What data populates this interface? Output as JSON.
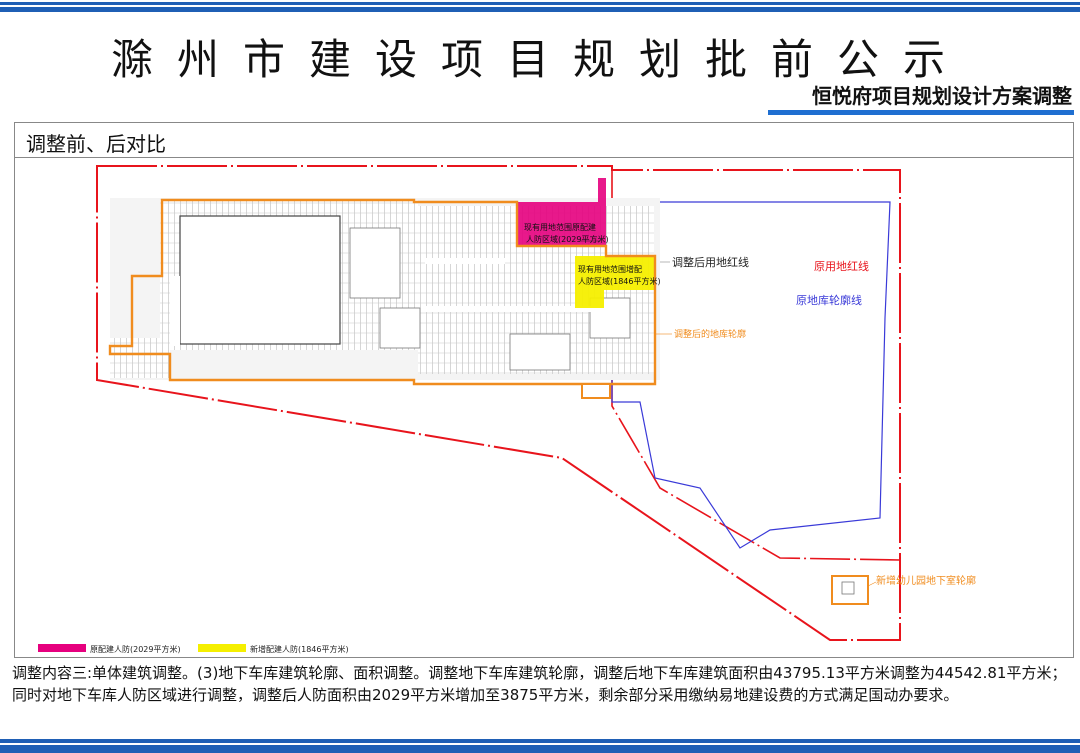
{
  "header": {
    "title": "滁州市建设项目规划批前公示",
    "subtitle": "恒悦府项目规划设计方案调整"
  },
  "section": {
    "title": "调整前、后对比"
  },
  "plan": {
    "labels": {
      "pink_region": [
        "现有用地范围原配建",
        "人防区域(2029平方米)"
      ],
      "yellow_region": [
        "现有用地范围增配",
        "人防区域(1846平方米)"
      ],
      "adjusted_red_line": "调整后用地红线",
      "original_red_line": "原用地红线",
      "original_garage_outline": "原地库轮廓线",
      "adjusted_garage_outline": "调整后的地库轮廓",
      "kindergarten_basement": "新增幼儿园地下室轮廓"
    },
    "legend": [
      {
        "label": "原配建人防(2029平方米)",
        "color": "#e6007e"
      },
      {
        "label": "新增配建人防(1846平方米)",
        "color": "#f5ef00"
      }
    ],
    "colors": {
      "red_line": "#e8141c",
      "orange_outline": "#f08c1e",
      "blue_outline": "#3a3ad8",
      "pink_fill": "#e6007e",
      "yellow_fill": "#f5ef00"
    }
  },
  "note": {
    "text": "调整内容三:单体建筑调整。(3)地下车库建筑轮廓、面积调整。调整地下车库建筑轮廓，调整后地下车库建筑面积由43795.13平方米调整为44542.81平方米；同时对地下车库人防区域进行调整，调整后人防面积由2029平方米增加至3875平方米，剩余部分采用缴纳易地建设费的方式满足国动办要求。"
  }
}
